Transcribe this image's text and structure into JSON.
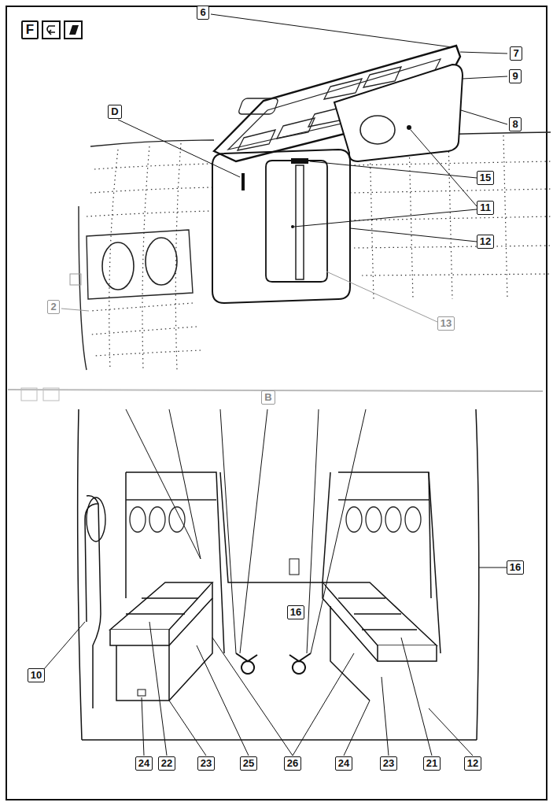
{
  "diagram": {
    "labels": [
      "F",
      "6",
      "7",
      "9",
      "8",
      "D",
      "15",
      "11",
      "12",
      "13",
      "2",
      "B",
      "16",
      "16",
      "10",
      "24",
      "22",
      "23",
      "25",
      "26",
      "24",
      "23",
      "21",
      "12"
    ]
  }
}
